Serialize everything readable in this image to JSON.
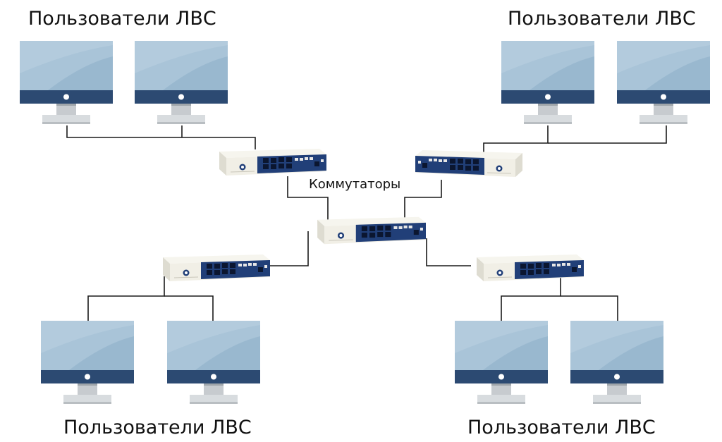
{
  "labels": {
    "top_left_group": "Пользователи ЛВС",
    "top_right_group": "Пользователи ЛВС",
    "bottom_left_group": "Пользователи ЛВС",
    "bottom_right_group": "Пользователи ЛВС",
    "center_switches": "Коммутаторы"
  },
  "icons": {
    "computer": "monitor-icon",
    "switch": "network-switch-icon"
  },
  "colors": {
    "screen_light": "#a9c4d8",
    "screen_dark": "#8fb0c9",
    "monitor_bezel": "#2c4a72",
    "stand": "#d8dcdf",
    "stand_dark": "#b9bec2",
    "switch_body": "#f1efe6",
    "switch_panel": "#213f78",
    "cable": "#1a1a1a"
  }
}
